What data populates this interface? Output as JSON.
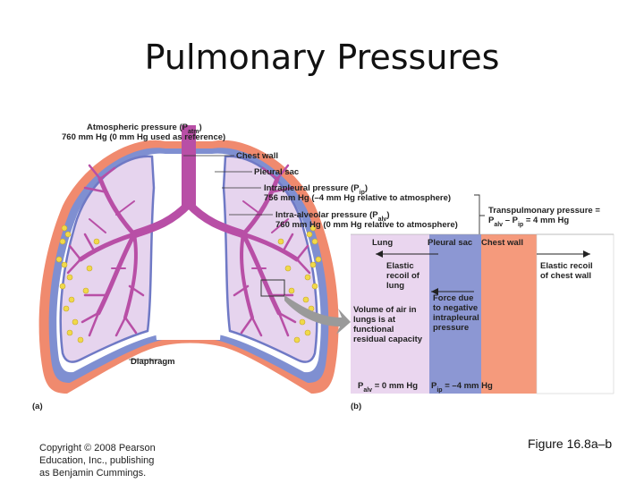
{
  "slide": {
    "title": "Pulmonary Pressures",
    "copyright_lines": [
      "Copyright © 2008 Pearson",
      "Education, Inc., publishing",
      "as Benjamin Cummings."
    ],
    "figure_ref": "Figure 16.8a–b"
  },
  "panel_a": {
    "panel_label": "(a)",
    "atmospheric_title": "Atmospheric pressure (P",
    "atmospheric_sub": "atm",
    "atmospheric_close": ")",
    "atmospheric_value": "760 mm Hg (0 mm Hg used as reference)",
    "chest_wall": "Chest wall",
    "pleural_sac": "Pleural sac",
    "intrapleural_title": "Intrapleural pressure (P",
    "intrapleural_sub": "ip",
    "intrapleural_close": ")",
    "intrapleural_value": "756 mm Hg (–4 mm Hg relative to atmosphere)",
    "intraalveolar_title": "Intra-alveolar pressure (P",
    "intraalveolar_sub": "alv",
    "intraalveolar_close": ")",
    "intraalveolar_value": "760 mm Hg (0 mm Hg relative to atmosphere)",
    "diaphragm": "Diaphragm"
  },
  "panel_b": {
    "panel_label": "(b)",
    "transpulmonary_title": "Transpulmonary pressure =",
    "transpulmonary_formula": "P",
    "transpulmonary_sub1": "alv",
    "transpulmonary_mid": " – P",
    "transpulmonary_sub2": "ip",
    "transpulmonary_value": " = 4 mm Hg",
    "col_lung": "Lung",
    "col_pleural_sac": "Pleural sac",
    "col_chest_wall": "Chest wall",
    "elastic_recoil_lung": [
      "Elastic",
      "recoil of",
      "lung"
    ],
    "elastic_recoil_chest": [
      "Elastic recoil",
      "of chest wall"
    ],
    "force_due": [
      "Force due",
      "to negative",
      "intrapleural",
      "pressure"
    ],
    "volume_of_air": [
      "Volume of air in",
      "lungs is at",
      "functional",
      "residual capacity"
    ],
    "palv_label": "P",
    "palv_sub": "alv",
    "palv_value": " = 0 mm Hg",
    "pip_label": "P",
    "pip_sub": "ip",
    "pip_value": " = –4 mm Hg"
  },
  "colors": {
    "lung_fill": "#e6d4ee",
    "bronchi": "#b84fa6",
    "pleura": "#7f8fd1",
    "chest_wall": "#f08a6e",
    "alveoli": "#f0d94a",
    "panel_lung": "#ead6ef",
    "panel_pleural": "#8c97d3",
    "panel_chest": "#f59a7c"
  }
}
